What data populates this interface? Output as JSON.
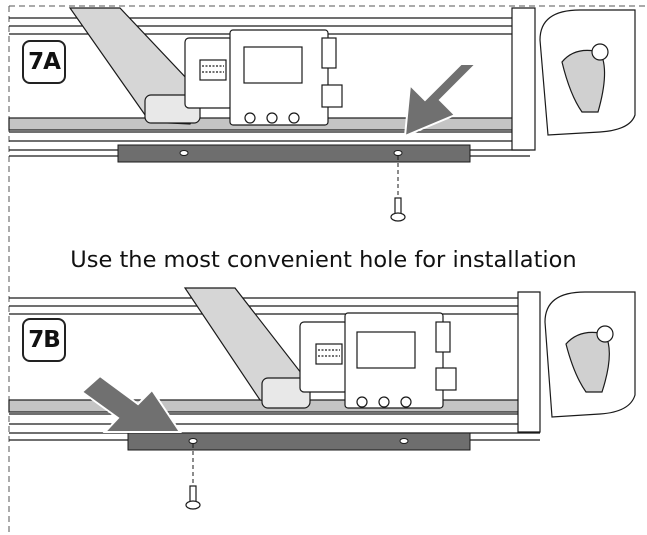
{
  "panels": [
    {
      "step_label": "7A"
    },
    {
      "step_label": "7B"
    }
  ],
  "caption": "Use the most convenient hole for installation",
  "colors": {
    "line": "#1a1a1a",
    "arrow": "#707070",
    "bracket": "#6e6e6e",
    "rail_shade": "#c4c4c4",
    "arm_fill": "#d6d6d6"
  },
  "icons": [
    "arrow-icon",
    "screw-icon",
    "motor-icon",
    "hinge-icon"
  ]
}
